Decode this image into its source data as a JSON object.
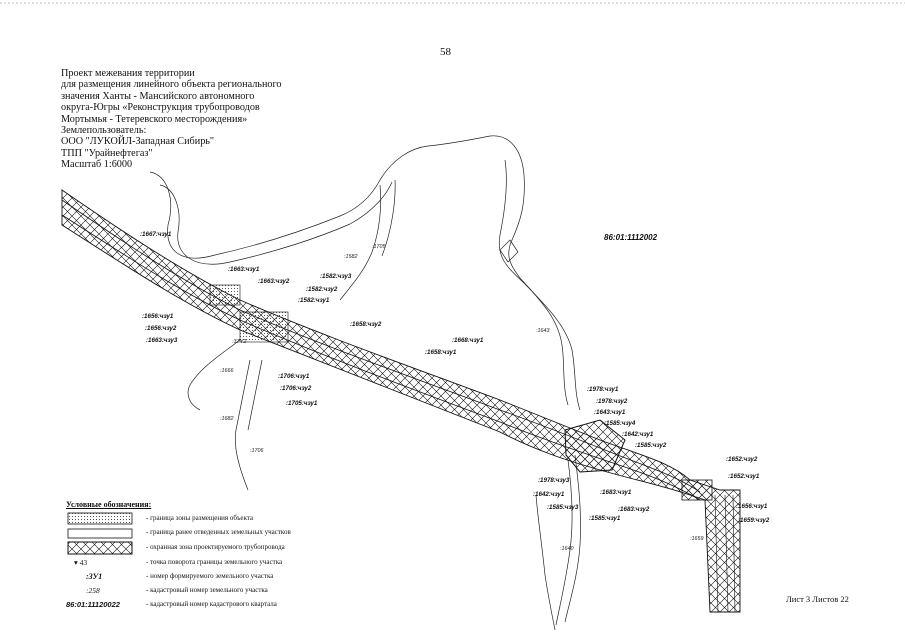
{
  "page_number": "58",
  "title_lines": [
    "Проект межевания территории",
    "для размещения линейного объекта регионального",
    "значения Ханты - Мансийского автономного",
    "округа-Югры «Реконструкция трубопроводов",
    "Мортымья - Тетеревского месторождения»",
    "Землепользователь:",
    "ООО \"ЛУКОЙЛ-Западная Сибирь\"",
    "ТПП \"Урайнефтегаз\"",
    "Масштаб 1:6000"
  ],
  "map": {
    "quarter_label": "86:01:1112002",
    "labels": [
      ":1667:чзу1",
      ":1663:чзу1",
      ":1663:чзу2",
      ":1582:чзу3",
      ":1582:чзу2",
      ":1582:чзу1",
      ":1656:чзу1",
      ":1656:чзу2",
      ":1663:чзу3",
      ":1658:чзу2",
      ":1668:чзу1",
      ":1658:чзу1",
      ":1706:чзу1",
      ":1706:чзу2",
      ":1705:чзу1",
      ":1978:чзу1",
      ":1978:чзу2",
      ":1643:чзу1",
      ":1585:чзу4",
      ":1642:чзу1",
      ":1585:чзу2",
      ":1652:чзу2",
      ":1652:чзу1",
      ":1978:чзу3",
      ":1642:чзу1",
      ":1683:чзу1",
      ":1585:чзу3",
      ":1585:чзу1",
      ":1683:чзу2",
      ":1656:чзу1",
      ":1659:чзу2"
    ],
    "small_labels": [
      ":1582",
      ":1705",
      ":1643",
      ":1666",
      ":1682",
      ":1706",
      ":1640",
      ":1659",
      ":3ZY2"
    ]
  },
  "legend": {
    "title": "Условные обозначения:",
    "items": [
      {
        "symbol": "",
        "text": "- граница зоны размещения объекта"
      },
      {
        "symbol": "",
        "text": "- граница ранее отведенных земельных участков"
      },
      {
        "symbol": "",
        "text": "- охранная зона проектируемого трубопровода"
      },
      {
        "symbol": "▾  43",
        "text": "- точка поворота границы земельного участка"
      },
      {
        "symbol": ":ЗУ1",
        "text": "- номер формируемого земельного участка"
      },
      {
        "symbol": ":258",
        "text": "- кадастровый номер земельного участка"
      },
      {
        "symbol": "86:01:11120022",
        "text": "- кадастровый номер кадастрового квартала"
      }
    ]
  },
  "sheet_info": "Лист 3 Листов 22"
}
